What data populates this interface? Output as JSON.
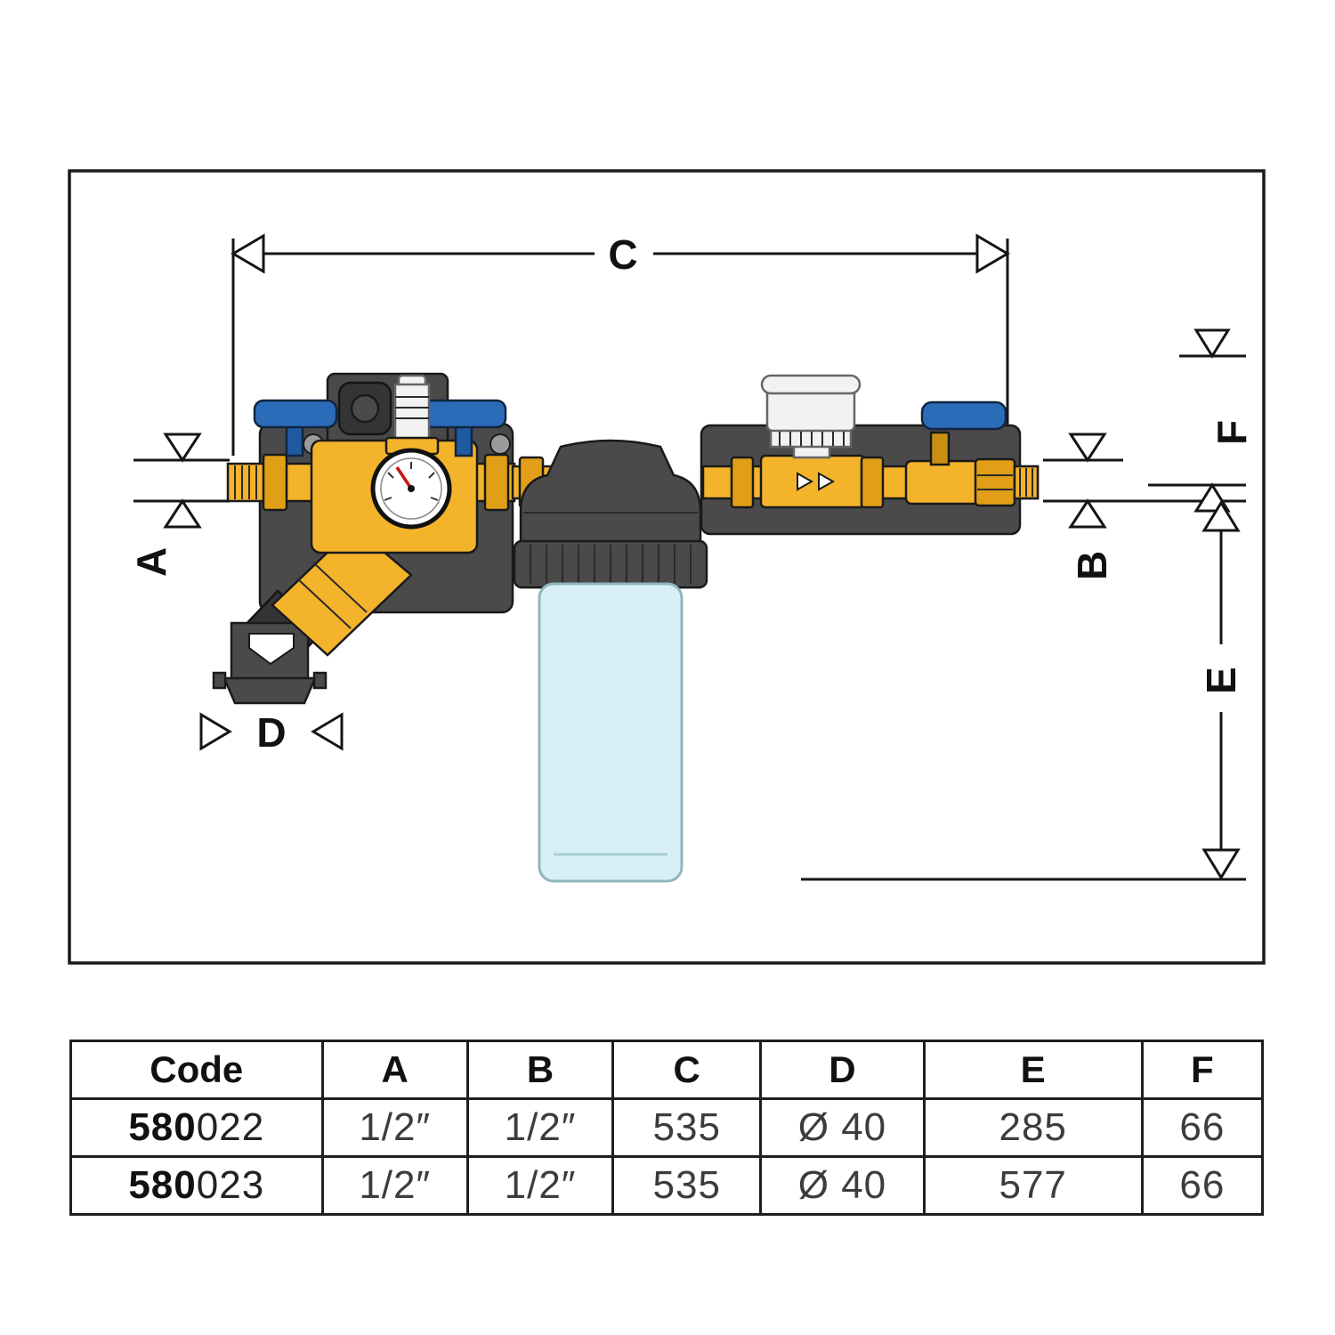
{
  "diagram": {
    "labels": {
      "A": "A",
      "B": "B",
      "C": "C",
      "D": "D",
      "E": "E",
      "F": "F"
    }
  },
  "table": {
    "headers": [
      "Code",
      "A",
      "B",
      "C",
      "D",
      "E",
      "F"
    ],
    "rows": [
      {
        "code_bold": "580",
        "code_rest": "022",
        "a": "1/2″",
        "b": "1/2″",
        "c": "535",
        "d": "Ø 40",
        "e": "285",
        "f": "66"
      },
      {
        "code_bold": "580",
        "code_rest": "023",
        "a": "1/2″",
        "b": "1/2″",
        "c": "535",
        "d": "Ø 40",
        "e": "577",
        "f": "66"
      }
    ]
  }
}
